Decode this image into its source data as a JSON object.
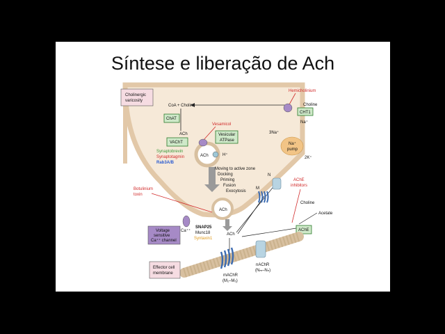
{
  "slide": {
    "title": "Síntese e liberação de Ach"
  },
  "diagram": {
    "boxes": {
      "cholinergic_varicosity": [
        "Cholinergic",
        "varicosity"
      ],
      "chat": "ChAT",
      "vacht": "VAChT",
      "vesicular_atpase": [
        "Vesicular",
        "ATPase"
      ],
      "cht1": "CHT1",
      "voltage_channel": [
        "Voltage",
        "sensitive",
        "Ca⁺⁺ channel"
      ],
      "ache": "AChE",
      "effector_membrane": [
        "Effector cell",
        "membrane"
      ]
    },
    "labels": {
      "coa_choline": "CoA + Choline",
      "ach_1": "ACh",
      "ach_2": "ACh",
      "ach_3": "ACh",
      "ach_4": "ACh",
      "h_plus": "H⁺",
      "vesamicol": "Vesamicol",
      "hemicholinium": "Hemicholinium",
      "choline_top": "Choline",
      "na_plus": "Na⁺",
      "three_na": "3Na⁺",
      "na_pump": [
        "Na⁺",
        "pump"
      ],
      "two_k": "2K⁺",
      "synaptobrevin": "Synaptobrevin",
      "synaptotagmin": "Synaptotagmin",
      "rab3": "Rab3A/B",
      "moving_steps": [
        "Moving to active zone",
        "Docking",
        "Priming",
        "Fusion",
        "Exocytosis"
      ],
      "botulinum": [
        "Botulinium",
        "toxin"
      ],
      "ca_plus": "Ca⁺⁺",
      "snap25": "SNAP25",
      "munc18": "Munc18",
      "syntaxin": "Syntaxin1",
      "n_label": "N",
      "m_label": "M",
      "ache_inhibitors": [
        "AChE",
        "inhibitors"
      ],
      "choline_right": "Choline",
      "acetate": "Acetate",
      "machr": [
        "mAChR",
        "(M₁–M₅)"
      ],
      "nachr": [
        "nAChR",
        "(Nₘ–Nₙ)"
      ]
    }
  }
}
